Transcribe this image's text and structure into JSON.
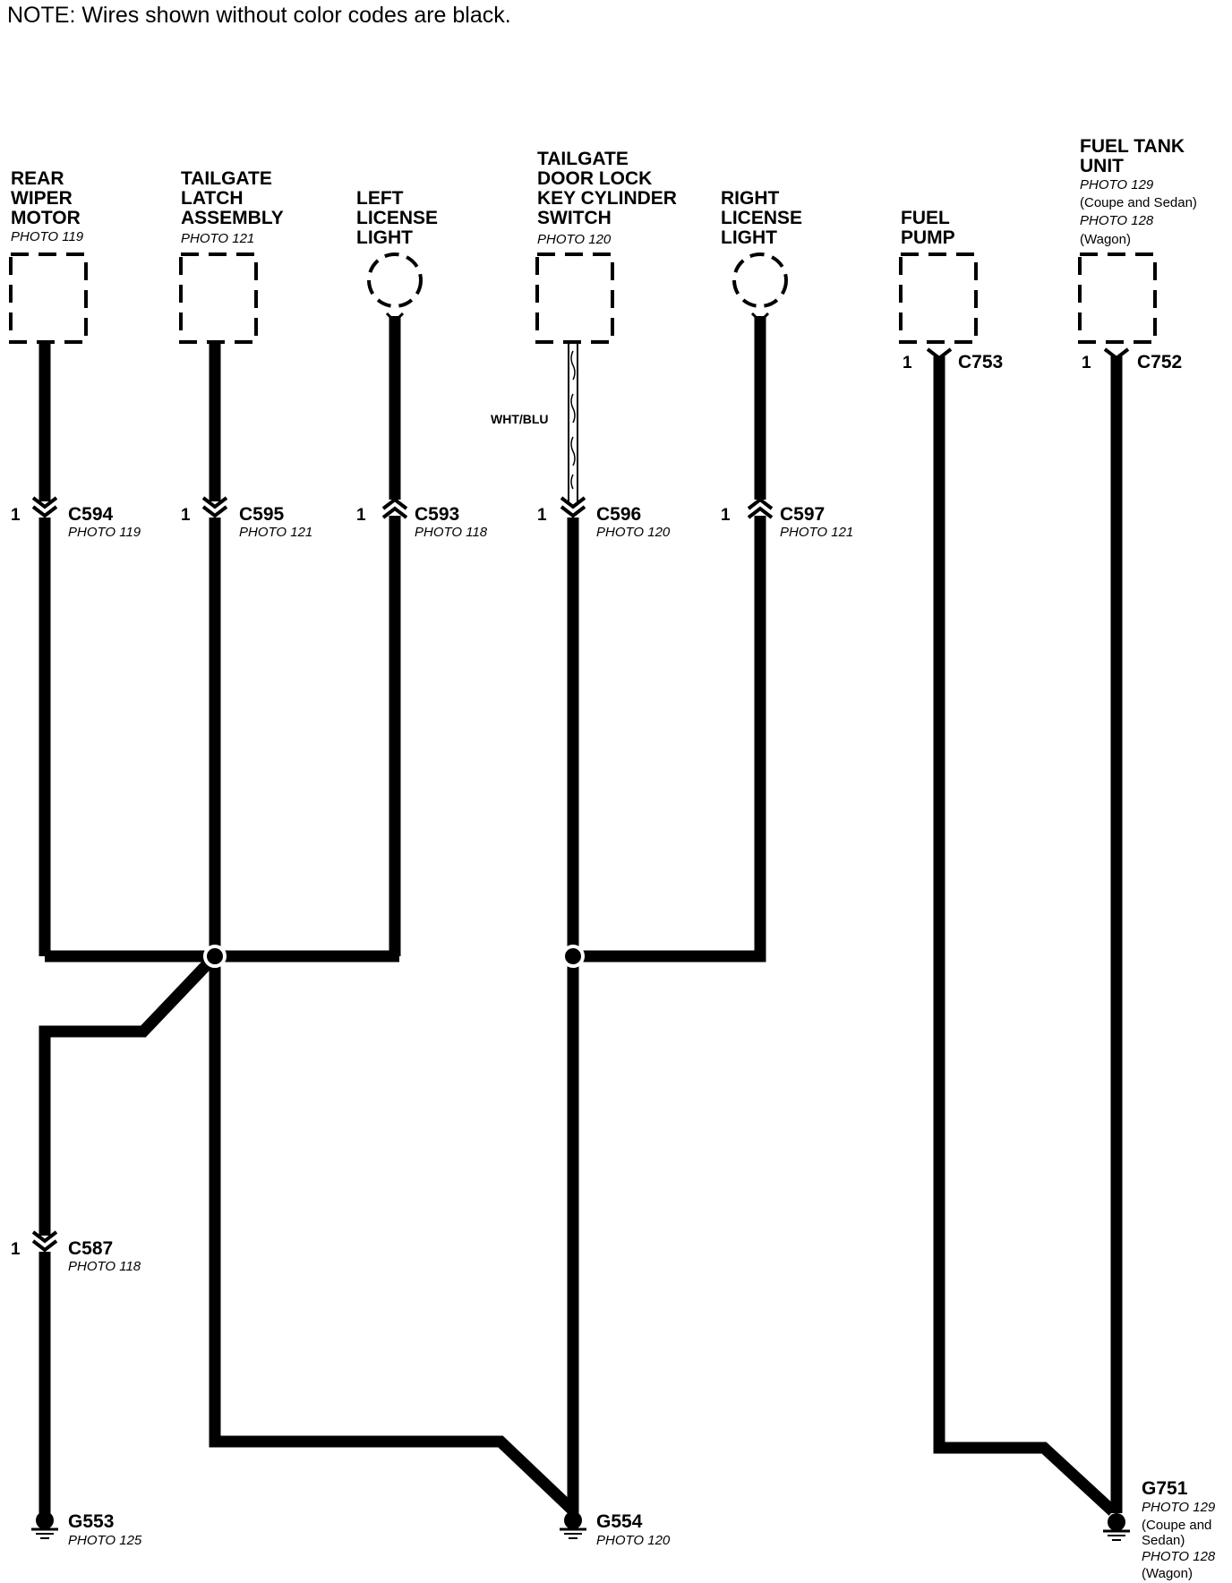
{
  "note": "NOTE: Wires shown without color codes are black.",
  "components": {
    "rear_wiper_motor": {
      "lines": [
        "REAR",
        "WIPER",
        "MOTOR"
      ],
      "photo": "PHOTO 119"
    },
    "tailgate_latch_assembly": {
      "lines": [
        "TAILGATE",
        "LATCH",
        "ASSEMBLY"
      ],
      "photo": "PHOTO 121"
    },
    "left_license_light": {
      "lines": [
        "LEFT",
        "LICENSE",
        "LIGHT"
      ]
    },
    "tailgate_door_lock_switch": {
      "lines": [
        "TAILGATE",
        "DOOR LOCK",
        "KEY CYLINDER",
        "SWITCH"
      ],
      "photo": "PHOTO 120"
    },
    "right_license_light": {
      "lines": [
        "RIGHT",
        "LICENSE",
        "LIGHT"
      ]
    },
    "fuel_pump": {
      "lines": [
        "FUEL",
        "PUMP"
      ]
    },
    "fuel_tank_unit": {
      "lines": [
        "FUEL TANK",
        "UNIT"
      ],
      "notes": [
        "PHOTO 129",
        "(Coupe and Sedan)",
        "PHOTO 128",
        "(Wagon)"
      ]
    }
  },
  "connectors": {
    "c594": {
      "pin": "1",
      "id": "C594",
      "photo": "PHOTO 119"
    },
    "c595": {
      "pin": "1",
      "id": "C595",
      "photo": "PHOTO 121"
    },
    "c593": {
      "pin": "1",
      "id": "C593",
      "photo": "PHOTO 118"
    },
    "c596": {
      "pin": "1",
      "id": "C596",
      "photo": "PHOTO 120"
    },
    "c597": {
      "pin": "1",
      "id": "C597",
      "photo": "PHOTO 121"
    },
    "c753": {
      "pin": "1",
      "id": "C753"
    },
    "c752": {
      "pin": "1",
      "id": "C752"
    },
    "c587": {
      "pin": "1",
      "id": "C587",
      "photo": "PHOTO 118"
    }
  },
  "wire_color": "WHT/BLU",
  "grounds": {
    "g553": {
      "id": "G553",
      "photo": "PHOTO 125"
    },
    "g554": {
      "id": "G554",
      "photo": "PHOTO 120"
    },
    "g751": {
      "id": "G751",
      "notes": [
        "PHOTO 129",
        "(Coupe and",
        "Sedan)",
        "PHOTO 128",
        "(Wagon)"
      ]
    }
  }
}
